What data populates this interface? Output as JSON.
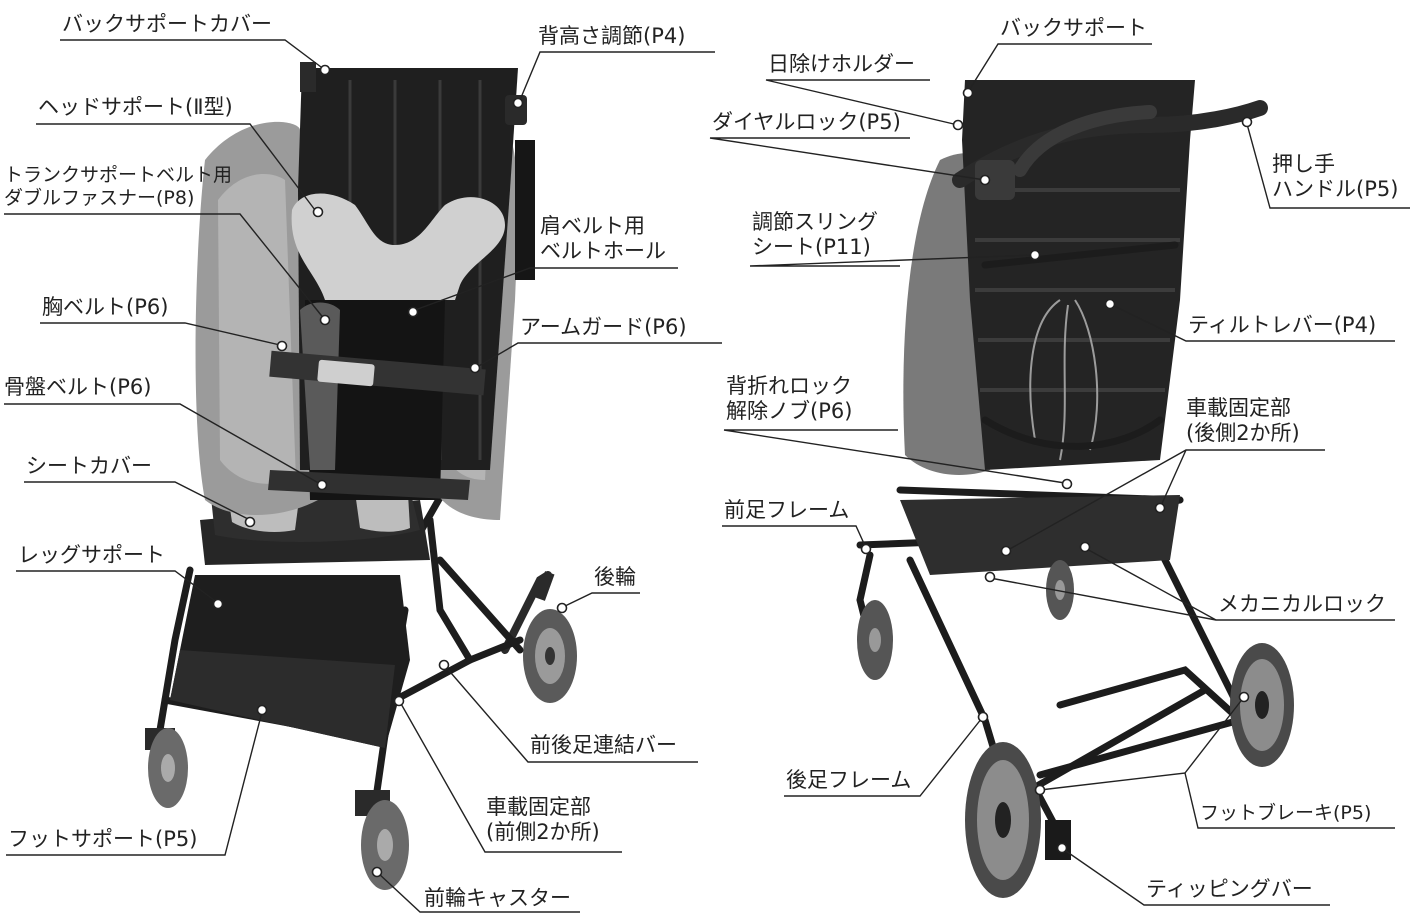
{
  "colors": {
    "text": "#222222",
    "leader": "#222222",
    "dot": "#ffffff",
    "dot_outline": "#222222"
  },
  "labels": {
    "back_support_cover": "バックサポートカバー",
    "back_height_adjust": "背高さ調節(P4)",
    "head_support": "ヘッドサポート(Ⅱ型)",
    "trunk_belt_line1": "トランクサポートベルト用",
    "trunk_belt_line2": "ダブルファスナー(P8)",
    "shoulder_belt_line1": "肩ベルト用",
    "shoulder_belt_line2": "ベルトホール",
    "chest_belt": "胸ベルト(P6)",
    "arm_guard": "アームガード(P6)",
    "pelvic_belt": "骨盤ベルト(P6)",
    "seat_cover": "シートカバー",
    "leg_support": "レッグサポート",
    "rear_wheel": "後輪",
    "front_rear_bar": "前後足連結バー",
    "vehicle_front_line1": "車載固定部",
    "vehicle_front_line2": "(前側2か所)",
    "foot_support": "フットサポート(P5)",
    "front_caster": "前輪キャスター",
    "back_support": "バックサポート",
    "sunshade_holder": "日除けホルダー",
    "dial_lock": "ダイヤルロック(P5)",
    "push_handle_line1": "押し手",
    "push_handle_line2": "ハンドル(P5)",
    "sling_seat_line1": "調節スリング",
    "sling_seat_line2": "シート(P11)",
    "tilt_lever": "ティルトレバー(P4)",
    "fold_release_line1": "背折れロック",
    "fold_release_line2": "解除ノブ(P6)",
    "vehicle_rear_line1": "車載固定部",
    "vehicle_rear_line2": "(後側2か所)",
    "front_frame": "前足フレーム",
    "mechanical_lock": "メカニカルロック",
    "rear_frame": "後足フレーム",
    "foot_brake": "フットブレーキ(P5)",
    "tipping_bar": "ティッピングバー"
  }
}
